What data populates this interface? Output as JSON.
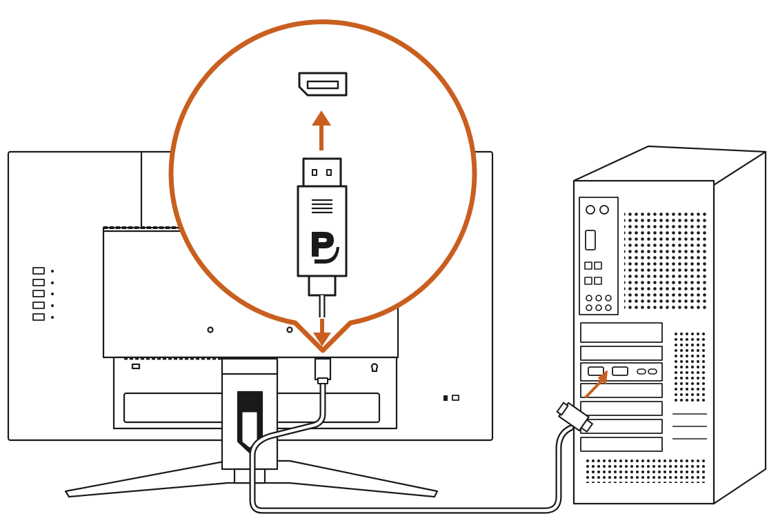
{
  "diagram": {
    "colors": {
      "line": "#1a1a1a",
      "accent": "#c95f1f",
      "shade": "#f2f2f2",
      "background": "#ffffff"
    },
    "icons": {
      "zoom_callout": "magnify-circle",
      "port_symbol": "displayport-port-icon",
      "plug_logo": "displayport-logo-icon",
      "direction": "insert-arrow"
    },
    "components": {
      "monitor": "monitor-back-view",
      "stand": "monitor-stand",
      "pc": "desktop-tower-pc",
      "cable": "displayport-cable"
    }
  }
}
